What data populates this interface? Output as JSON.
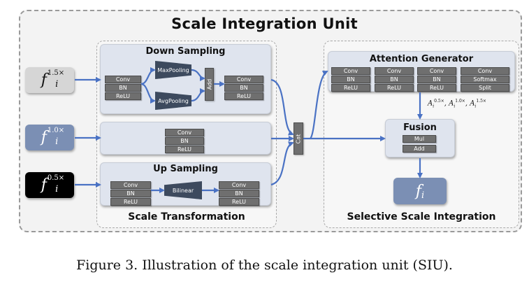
{
  "title": "Scale Integration Unit",
  "caption": "Figure 3. Illustration of the scale integration unit (SIU).",
  "inputs": [
    {
      "base": "f",
      "sub": "i",
      "sup": "1.5×",
      "bg": "#d6d6d6",
      "fg": "#111111"
    },
    {
      "base": "f",
      "sub": "i",
      "sup": "1.0×",
      "bg": "#7b8fb4",
      "fg": "#ffffff"
    },
    {
      "base": "f",
      "sub": "i",
      "sup": "0.5×",
      "bg": "#000000",
      "fg": "#ffffff"
    }
  ],
  "scale_transformation": {
    "label": "Scale Transformation",
    "down": {
      "title": "Down Sampling",
      "conv_in": [
        "Conv",
        "BN",
        "ReLU"
      ],
      "maxpool": "MaxPooling",
      "avgpool": "AvgPooling",
      "add": "Add",
      "conv_out": [
        "Conv",
        "BN",
        "ReLU"
      ]
    },
    "middle": {
      "conv": [
        "Conv",
        "BN",
        "ReLU"
      ]
    },
    "up": {
      "title": "Up Sampling",
      "conv_in": [
        "Conv",
        "BN",
        "ReLU"
      ],
      "bilinear": "Bilinear",
      "conv_out": [
        "Conv",
        "BN",
        "ReLU"
      ]
    }
  },
  "cat": "Cat",
  "selective": {
    "label": "Selective Scale Integration",
    "attention": {
      "title": "Attention Generator",
      "blocks": [
        [
          "Conv",
          "BN",
          "ReLU"
        ],
        [
          "Conv",
          "BN",
          "ReLU"
        ],
        [
          "Conv",
          "BN",
          "ReLU"
        ],
        [
          "Conv",
          "Softmax",
          "Split"
        ]
      ]
    },
    "alphas": [
      {
        "base": "A",
        "sub": "i",
        "sup": "0.5×"
      },
      {
        "base": "A",
        "sub": "i",
        "sup": "1.0×"
      },
      {
        "base": "A",
        "sub": "i",
        "sup": "1.5×"
      }
    ],
    "fusion": {
      "title": "Fusion",
      "ops": [
        "Mul",
        "Add"
      ]
    },
    "output": {
      "base": "f",
      "sub": "i",
      "bg": "#7b8fb4",
      "fg": "#ffffff"
    }
  },
  "colors": {
    "arrow": "#4a72c4",
    "chip": "#6f6f6f",
    "panel": "#dfe4ee"
  }
}
